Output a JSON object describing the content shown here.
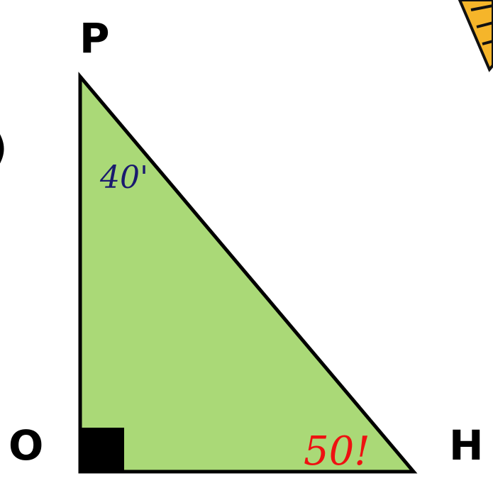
{
  "diagram": {
    "vertices": {
      "top": "P",
      "bottom_left": "O",
      "bottom_right": "H",
      "left_partial": ")"
    },
    "angles": {
      "top": "40'",
      "bottom_right": "50!"
    },
    "colors": {
      "triangle_fill": "#aad977",
      "triangle_stroke": "#000000",
      "right_angle_marker": "#000000",
      "angle_top_text": "#1a1a6e",
      "angle_bottom_text": "#ee1111",
      "pencil_body": "#f5b52a",
      "pencil_stroke": "#111111"
    },
    "icons": {
      "right_angle": "right-angle-square-icon",
      "decoration": "pencil-icon"
    }
  }
}
